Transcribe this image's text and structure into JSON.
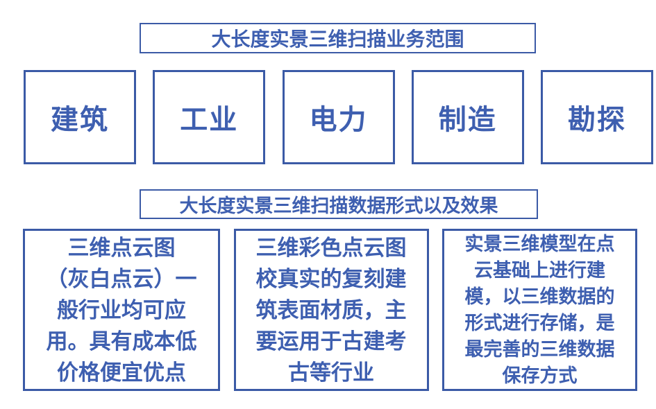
{
  "colors": {
    "accent_border": "#3b5aa6",
    "accent_text": "#3e5fb0",
    "background": "#ffffff"
  },
  "scope_section": {
    "title": "大长度实景三维扫描业务范围",
    "industries": [
      "建筑",
      "工业",
      "电力",
      "制造",
      "勘探"
    ]
  },
  "format_section": {
    "title": "大长度实景三维扫描数据形式以及效果",
    "cards": [
      {
        "lines": [
          "三维点云图",
          "（灰白点云）一",
          "般行业均可应",
          "用。具有成本低",
          "价格便宜优点"
        ]
      },
      {
        "lines": [
          "三维彩色点云图",
          "校真实的复刻建",
          "筑表面材质，主",
          "要运用于古建考",
          "古等行业"
        ]
      },
      {
        "lines": [
          "实景三维模型在点",
          "云基础上进行建",
          "模，以三维数据的",
          "形式进行存储，是",
          "最完善的三维数据",
          "保存方式"
        ]
      }
    ]
  }
}
